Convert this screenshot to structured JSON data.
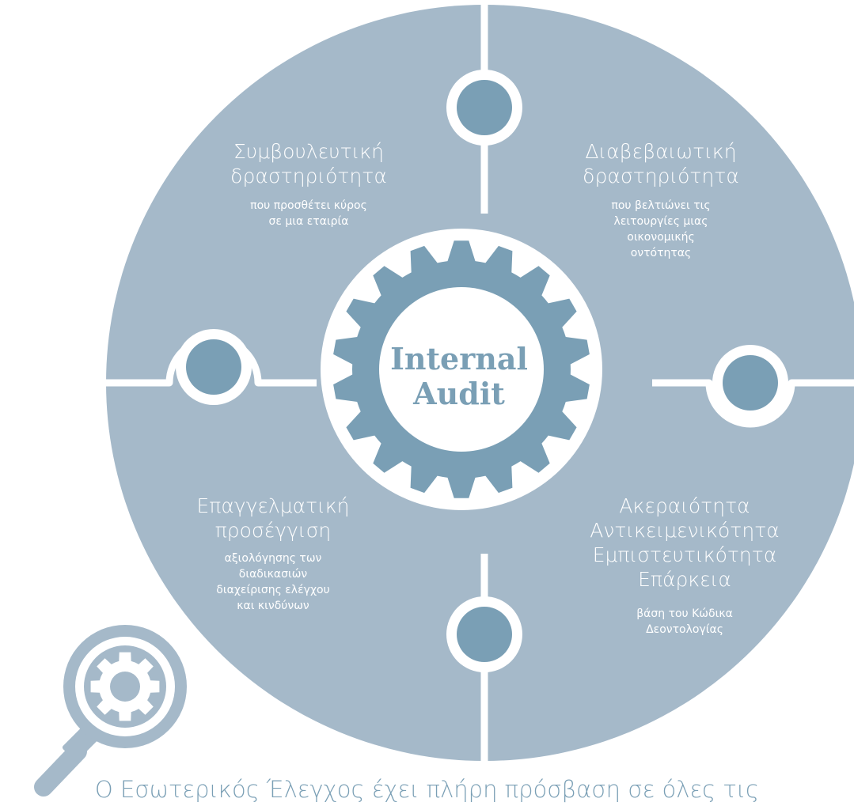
{
  "colors": {
    "disc": "#a5b9c9",
    "accent": "#7a9fb5",
    "background": "#ffffff"
  },
  "center": {
    "line1": "Internal",
    "line2": "Audit"
  },
  "quadrants": {
    "top_left": {
      "title": [
        "Συμβουλευτική",
        "δραστηριότητα"
      ],
      "desc": [
        "που προσθέτει κύρος",
        "σε μια εταιρία"
      ]
    },
    "top_right": {
      "title": [
        "Διαβεβαιωτική",
        "δραστηριότητα"
      ],
      "desc": [
        "που βελτιώνει τις",
        "λειτουργίες μιας",
        "οικονομικής",
        "οντότητας"
      ]
    },
    "bottom_left": {
      "title": [
        "Επαγγελματική",
        "προσέγγιση"
      ],
      "desc": [
        "αξιολόγησης των",
        "διαδικασιών",
        "διαχείρισης ελέγχου",
        "και κινδύνων"
      ]
    },
    "bottom_right": {
      "title": [
        "Ακεραιότητα",
        "Αντικειμενικότητα",
        "Εμπιστευτικότητα",
        "Επάρκεια"
      ],
      "desc": [
        "βάση του Κώδικα",
        "Δεοντολογίας"
      ]
    }
  },
  "footer_text": "Ο Εσωτερικός Έλεγχος έχει πλήρη πρόσβαση σε όλες τις",
  "icons": {
    "center": "gear-icon",
    "magnifier": "magnifier-gear-icon"
  }
}
